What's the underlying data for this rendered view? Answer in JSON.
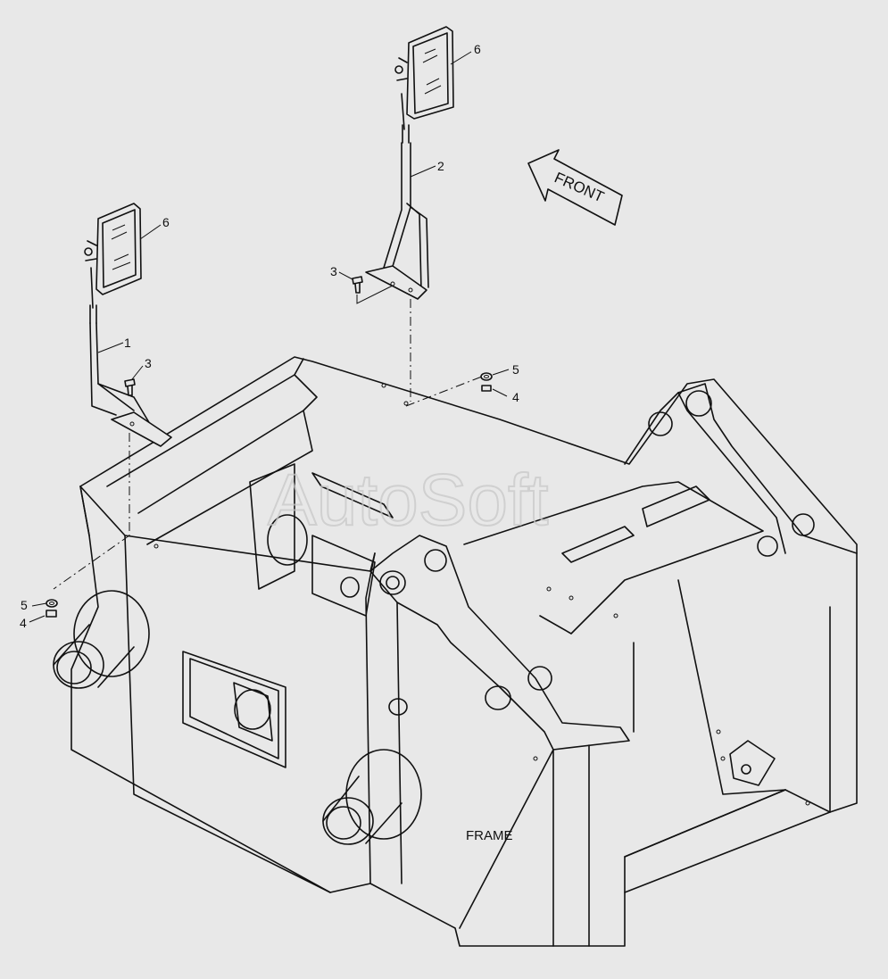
{
  "drawing": {
    "frame_label": "FRAME",
    "direction_label": "FRONT",
    "watermark": "AutoSoft",
    "callouts": [
      {
        "id": "mirror-left",
        "text": "6"
      },
      {
        "id": "mirror-right",
        "text": "6"
      },
      {
        "id": "bracket-left",
        "text": "1"
      },
      {
        "id": "bracket-right",
        "text": "2"
      },
      {
        "id": "bolt-left",
        "text": "3"
      },
      {
        "id": "bolt-right",
        "text": "3"
      },
      {
        "id": "washer-left",
        "text": "5"
      },
      {
        "id": "washer-right",
        "text": "5"
      },
      {
        "id": "nut-left",
        "text": "4"
      },
      {
        "id": "nut-right",
        "text": "4"
      }
    ]
  }
}
